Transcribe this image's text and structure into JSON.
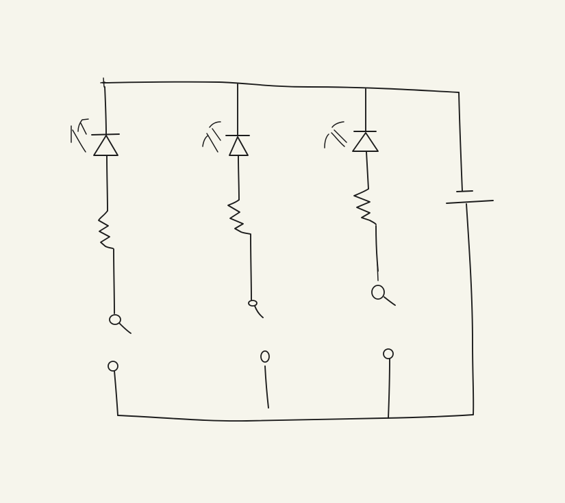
{
  "diagram": {
    "kind": "hand-drawn circuit sketch",
    "components": {
      "battery": "battery-symbol",
      "branches": [
        {
          "led": "led-symbol",
          "resistor": "resistor-symbol",
          "switch": "open-switch"
        },
        {
          "led": "led-symbol",
          "resistor": "resistor-symbol",
          "switch": "open-switch"
        },
        {
          "led": "led-symbol",
          "resistor": "resistor-symbol",
          "switch": "open-switch"
        }
      ]
    },
    "colors": {
      "background": "#f6f5ec",
      "ink": "#1c1c1c"
    }
  }
}
